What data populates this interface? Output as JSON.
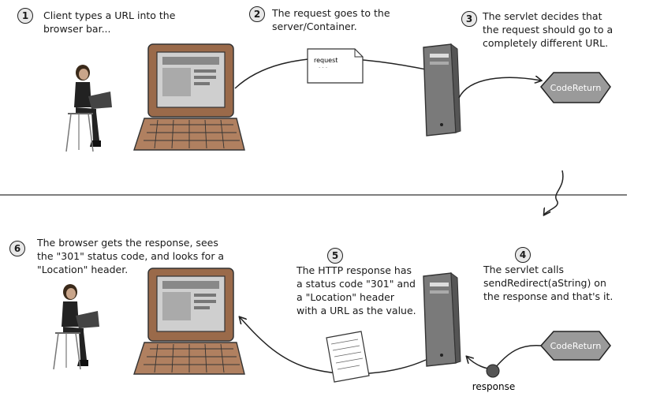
{
  "steps": [
    {
      "number": "1",
      "text": "Client types a URL into the\nbrowser bar..."
    },
    {
      "number": "2",
      "text": "The request goes to the\nserver/Container."
    },
    {
      "number": "3",
      "text": "The servlet decides that\nthe request should go to a\ncompletely different URL."
    },
    {
      "number": "4",
      "text": "The servlet calls\nsendRedirect(aString) on\nthe response and that's it."
    },
    {
      "number": "5",
      "text": "The HTTP response has\na status code \"301\" and\na \"Location\" header\nwith a URL as the value."
    },
    {
      "number": "6",
      "text": "The browser gets the response, sees\nthe \"301\" status code, and looks for a\n\"Location\" header."
    }
  ],
  "labels": {
    "request": "request",
    "response": "response",
    "code_return_top": "CodeReturn",
    "code_return_bottom": "CodeReturn"
  },
  "colors": {
    "monitor_frame": "#9a6a4a",
    "screen": "#cfcfcf",
    "server": "#7a7a7a",
    "code_shape": "#9a9a9a",
    "response_dot": "#555555",
    "divider": "#333333"
  }
}
